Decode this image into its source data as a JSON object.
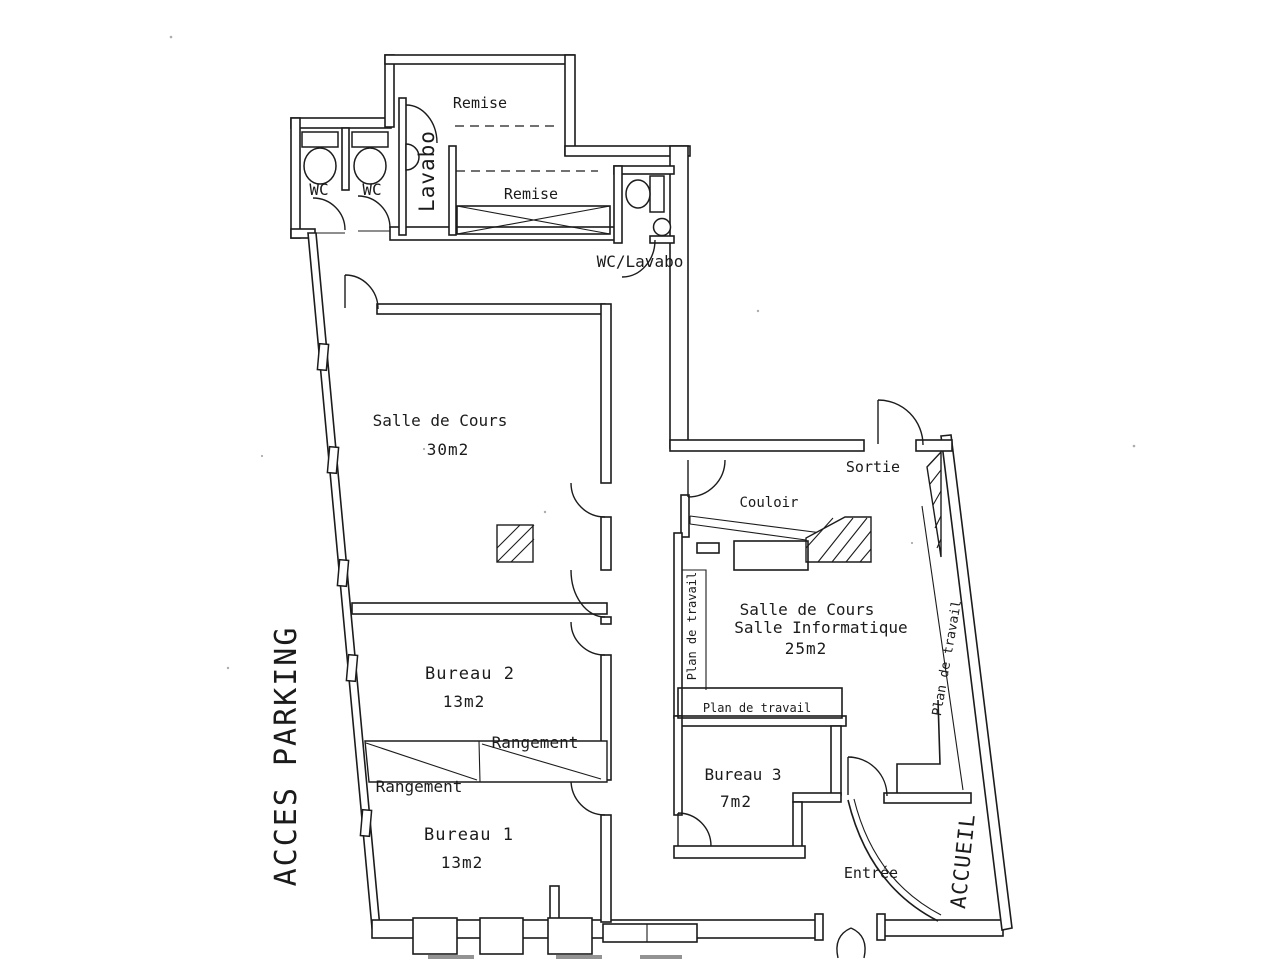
{
  "colors": {
    "ink": "#1c1c1c",
    "paper": "#ffffff"
  },
  "floor_plan": {
    "labels": {
      "remise_top": "Remise",
      "wc_left_1": "WC",
      "wc_left_2": "WC",
      "lavabo": "Lavabo",
      "remise_middle": "Remise",
      "wc_lavabo": "WC/Lavabo",
      "salle_de_cours": "Salle de Cours",
      "salle_de_cours_area": "30m2",
      "couloir": "Couloir",
      "sortie": "Sortie",
      "salle_info_line1": "Salle de Cours",
      "salle_info_line2": "Salle Informatique",
      "salle_info_area": "25m2",
      "plan_de_travail_left": "Plan de travail",
      "plan_de_travail_bottom": "Plan de travail",
      "plan_de_travail_right": "Plan de travail",
      "bureau_2": "Bureau 2",
      "bureau_2_area": "13m2",
      "rangement_upper": "Rangement",
      "rangement_lower": "Rangement",
      "bureau_1": "Bureau 1",
      "bureau_1_area": "13m2",
      "bureau_3": "Bureau 3",
      "bureau_3_area": "7m2",
      "entree": "Entrée",
      "accueil": "ACCUEIL",
      "acces_parking": "ACCES PARKING"
    }
  }
}
